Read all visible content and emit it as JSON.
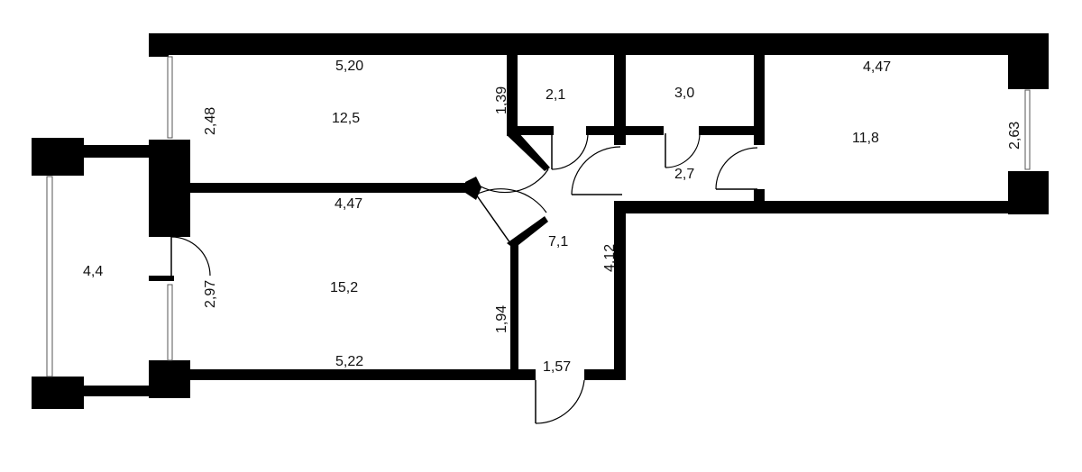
{
  "rooms": {
    "room_top_left": "12,5",
    "room_bottom_left": "15,2",
    "balcony": "4,4",
    "bathroom": "2,1",
    "toilet": "3,0",
    "closet": "2,7",
    "hall": "7,1",
    "room_right": "11,8"
  },
  "dims": {
    "top_left_width": "5,20",
    "top_left_height": "2,48",
    "bathroom_wall": "1,39",
    "partition_width": "4,47",
    "right_room_width": "4,47",
    "right_room_height": "2,63",
    "balcony_door": "2,97",
    "hall_wall_lower": "1,94",
    "hall_wall_right": "4,12",
    "bottom_left_width": "5,22",
    "entrance_width": "1,57"
  }
}
